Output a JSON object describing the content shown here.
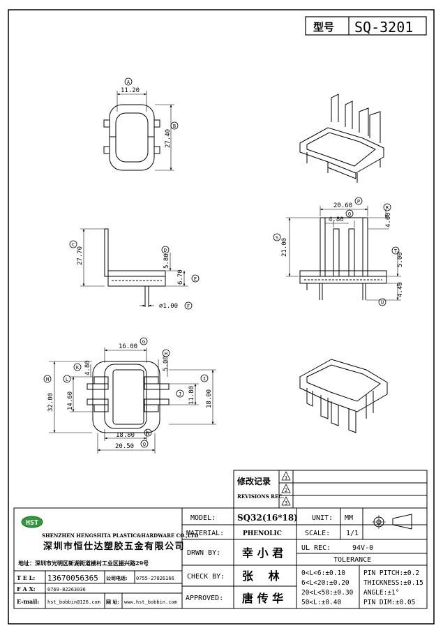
{
  "title_block": {
    "model_no_label": "型号",
    "model_no": "SQ-3201"
  },
  "dimensions": {
    "A": "11.20",
    "B": "27.40",
    "C": "27.70",
    "D": "5.80",
    "E": "6.70",
    "F": "⌀1.00",
    "G": "16.00",
    "H": "5.00",
    "I": "18.00",
    "J": "11.80",
    "K": "4.80",
    "L": "14.60",
    "M": "32.00",
    "N": "18.80",
    "O": "20.50",
    "P": "20.60",
    "Q": "4.80",
    "R": "4.00",
    "S": "21.00",
    "T": "5.00",
    "U": "4.40"
  },
  "callouts": [
    "A",
    "B",
    "C",
    "D",
    "E",
    "F",
    "G",
    "H",
    "I",
    "J",
    "K",
    "L",
    "M",
    "N",
    "O",
    "P",
    "Q",
    "R",
    "S",
    "T",
    "U"
  ],
  "revision": {
    "title": "修改记录",
    "subtitle": "REVISIONS REC.",
    "marks": [
      "1",
      "2",
      "3"
    ]
  },
  "company": {
    "logo": "HST",
    "name_en": "SHENZHEN HENGSHITA PLASTIC&HARDWARE CO.,LTD",
    "name_cn": "深圳市恒仕达塑胶五金有限公司",
    "address": "地址：深圳市光明区新湖街道楼村工业区振兴路29号",
    "tel_label": "T E L:",
    "tel": "13670056365",
    "company_tel_label": "公司电话:",
    "company_tel": "0755-27026166",
    "fax_label": "F A X:",
    "fax": "0769-82263036",
    "email_label": "E-mail:",
    "email": "hst_bobbin@126.com",
    "web_label": "网 址:",
    "web": "www.hst_bobbin.com"
  },
  "fields": {
    "model_label": "MODEL:",
    "model": "SQ32(16*18)",
    "material_label": "MATERIAL:",
    "material": "PHENOLIC",
    "drawn_label": "DRWN BY:",
    "drawn": "幸 小 君",
    "check_label": "CHECK BY:",
    "check": "张　 林",
    "approved_label": "APPROVED:",
    "approved": "唐 传 华"
  },
  "specs": {
    "unit_label": "UNIT:",
    "unit": "MM",
    "scale_label": "SCALE:",
    "scale": "1/1",
    "ul_label": "UL REC:",
    "ul": "94V-0",
    "tolerance_label": "TOLERANCE",
    "tol1": "0<L<6:±0.10",
    "tol2": "6<L<20:±0.20",
    "tol3": "20<L<50:±0.30",
    "tol4": "50<L:±0.40",
    "pin_pitch": "PIN PITCH:±0.2",
    "thickness": "THICKNESS:±0.15",
    "angle": "ANGLE:±1°",
    "pin_dim": "PIN DIM:±0.05"
  }
}
